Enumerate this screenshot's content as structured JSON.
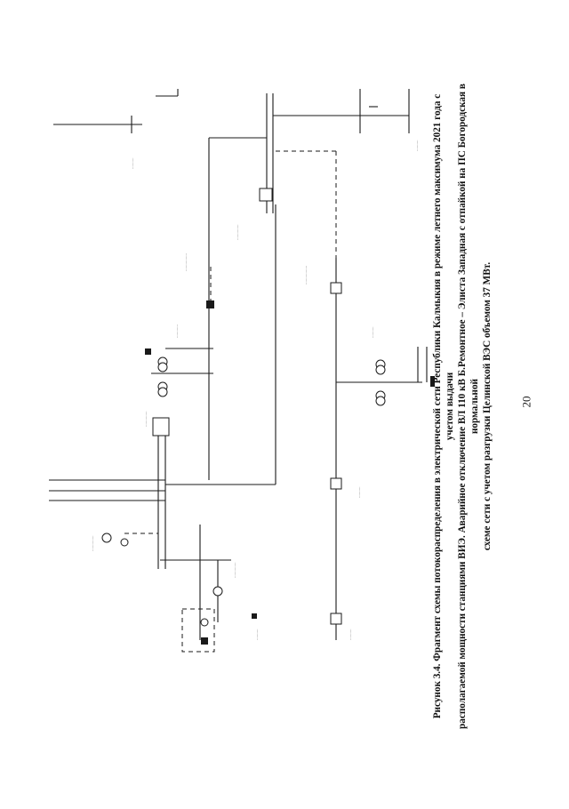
{
  "figure": {
    "label": "Рисунок 3.4.",
    "caption_lines": [
      "Фрагмент схемы потокораспределения в электрической сети Республики Калмыкия в режиме летнего максимума 2021 года с учетом выдачи",
      "располагаемой мощности станциями ВИЭ. Аварийное отключение ВЛ 110 кВ Б.Ремонтное – Элиста Западная с отпайкой на ПС Богородская в нормальной",
      "схеме сети с учетом разгрузки Целинской ВЭС объемом 37 МВт."
    ]
  },
  "page_number": "20",
  "diagram": {
    "line_color": "#1a1a1a",
    "label_color": "#777777"
  }
}
